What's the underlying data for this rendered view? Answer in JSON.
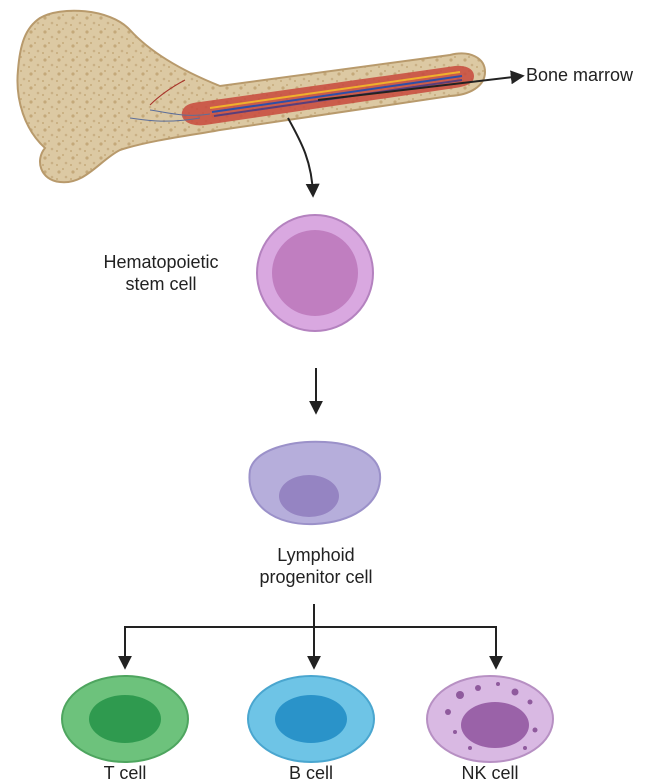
{
  "labels": {
    "bone_marrow": "Bone marrow",
    "hsc_line1": "Hematopoietic",
    "hsc_line2": "stem cell",
    "lymphoid_line1": "Lymphoid",
    "lymphoid_line2": "progenitor cell",
    "t_cell": "T cell",
    "b_cell": "B cell",
    "nk_cell": "NK cell"
  },
  "colors": {
    "bone": "#dcc9a3",
    "bone_outline": "#b89a6c",
    "marrow": "#c8493c",
    "hsc_outer": "#d9a8e0",
    "hsc_inner": "#c07ec0",
    "lymphoid": "#b6aedb",
    "lymphoid_nucleus": "#9584c2",
    "t_cell": "#6dc27c",
    "t_nucleus": "#2f9a4f",
    "b_cell": "#6ec4e6",
    "b_nucleus": "#2a93c9",
    "nk_cell": "#d9b9e3",
    "nk_nucleus": "#9a62a8",
    "arrow": "#222222"
  }
}
